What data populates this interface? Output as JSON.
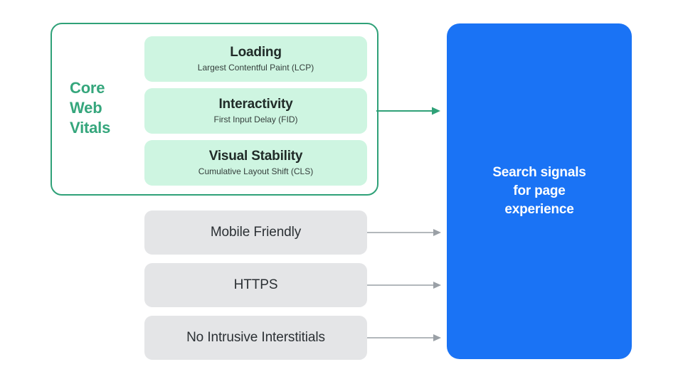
{
  "diagram": {
    "title": "Search signals for page experience",
    "colors": {
      "green_accent": "#35a67c",
      "green_border": "#2fa178",
      "green_card_fill": "#cef5e1",
      "gray_card_fill": "#e4e5e7",
      "blue_fill": "#1a73f5",
      "arrow_gray": "#9aa0a6",
      "text_dark": "#202b28",
      "text_white": "#ffffff"
    }
  },
  "core_web_vitals": {
    "group_label": "Core\nWeb\nVitals",
    "group_label_lines": [
      "Core",
      "Web",
      "Vitals"
    ],
    "metrics": [
      {
        "title": "Loading",
        "subtitle": "Largest Contentful Paint (LCP)"
      },
      {
        "title": "Interactivity",
        "subtitle": "First Input Delay (FID)"
      },
      {
        "title": "Visual Stability",
        "subtitle": "Cumulative Layout Shift (CLS)"
      }
    ]
  },
  "other_signals": [
    {
      "label": "Mobile Friendly"
    },
    {
      "label": "HTTPS"
    },
    {
      "label": "No Intrusive Interstitials"
    }
  ],
  "destination": {
    "label": "Search signals\nfor page\nexperience",
    "label_lines": [
      "Search signals",
      "for page",
      "experience"
    ]
  },
  "arrows": {
    "core_web_vitals_arrow": "green-arrow-right",
    "mobile_friendly_arrow": "gray-arrow-right",
    "https_arrow": "gray-arrow-right",
    "interstitials_arrow": "gray-arrow-right"
  }
}
